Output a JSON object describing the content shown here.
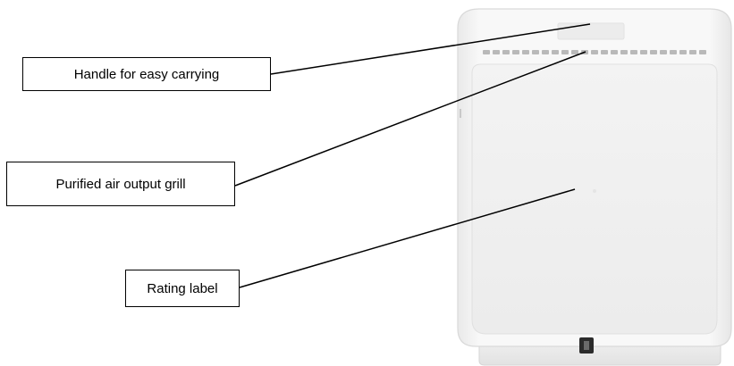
{
  "callouts": {
    "handle": "Handle for easy carrying",
    "grill": "Purified air output grill",
    "rating": "Rating label"
  },
  "colors": {
    "device_body": "#f7f7f7",
    "device_front": "#f1f1f1",
    "device_outline": "#dadada",
    "grill_slot": "#b9b9b9",
    "leader_line": "#000000"
  }
}
